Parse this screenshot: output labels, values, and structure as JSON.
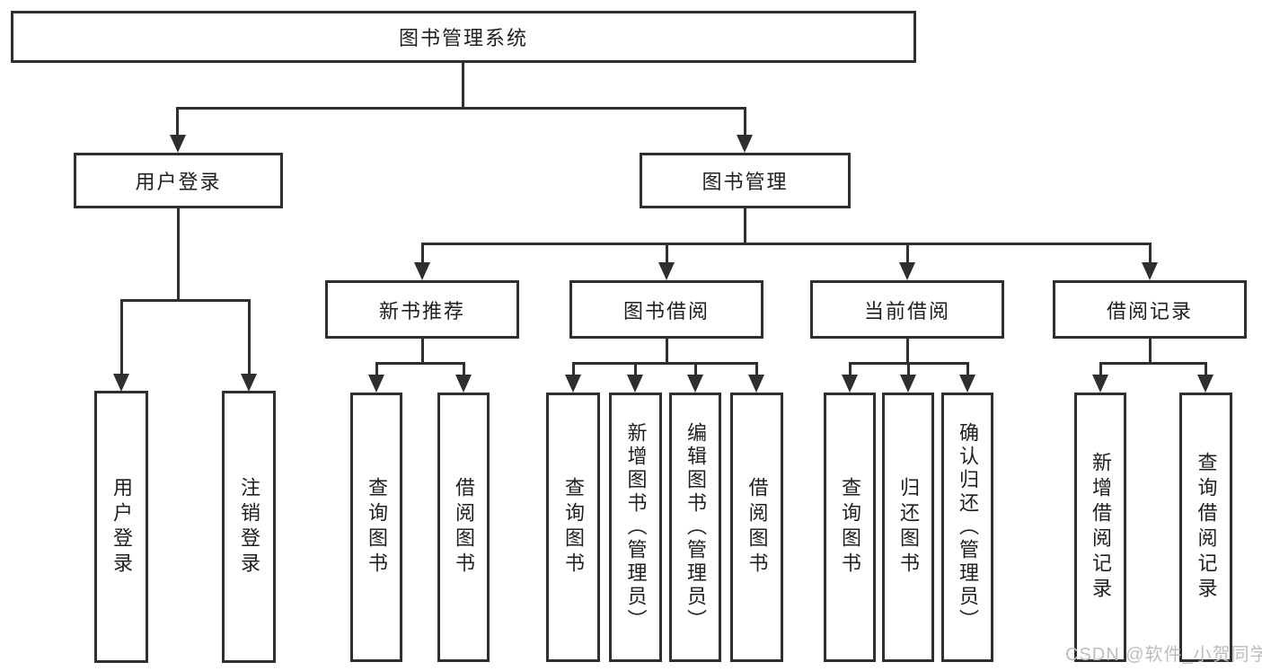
{
  "title": "图书管理系统",
  "colors": {
    "line": "#2f2f2f",
    "text": "#1f1f1f",
    "background": "#ffffff",
    "watermark": "#bdbdbd"
  },
  "nodes": {
    "root": "图书管理系统",
    "user_login": "用户登录",
    "book_mgmt": "图书管理",
    "new_book_rec": "新书推荐",
    "book_borrow": "图书借阅",
    "current_borrow": "当前借阅",
    "borrow_record": "借阅记录",
    "leaf_user_login": "用户登录",
    "leaf_logout": "注销登录",
    "leaf_newrec_query_book": "查询图书",
    "leaf_newrec_borrow_book": "借阅图书",
    "leaf_borrow_query_book": "查询图书",
    "leaf_borrow_add_book": "新增图书（管理员）",
    "leaf_borrow_edit_book": "编辑图书（管理员）",
    "leaf_borrow_borrow_book": "借阅图书",
    "leaf_current_query_book": "查询图书",
    "leaf_current_return_book": "归还图书",
    "leaf_current_confirm_return": "确认归还（管理员）",
    "leaf_record_add": "新增借阅记录",
    "leaf_record_query": "查询借阅记录"
  },
  "watermark": "CSDN @软件_小贺同学"
}
